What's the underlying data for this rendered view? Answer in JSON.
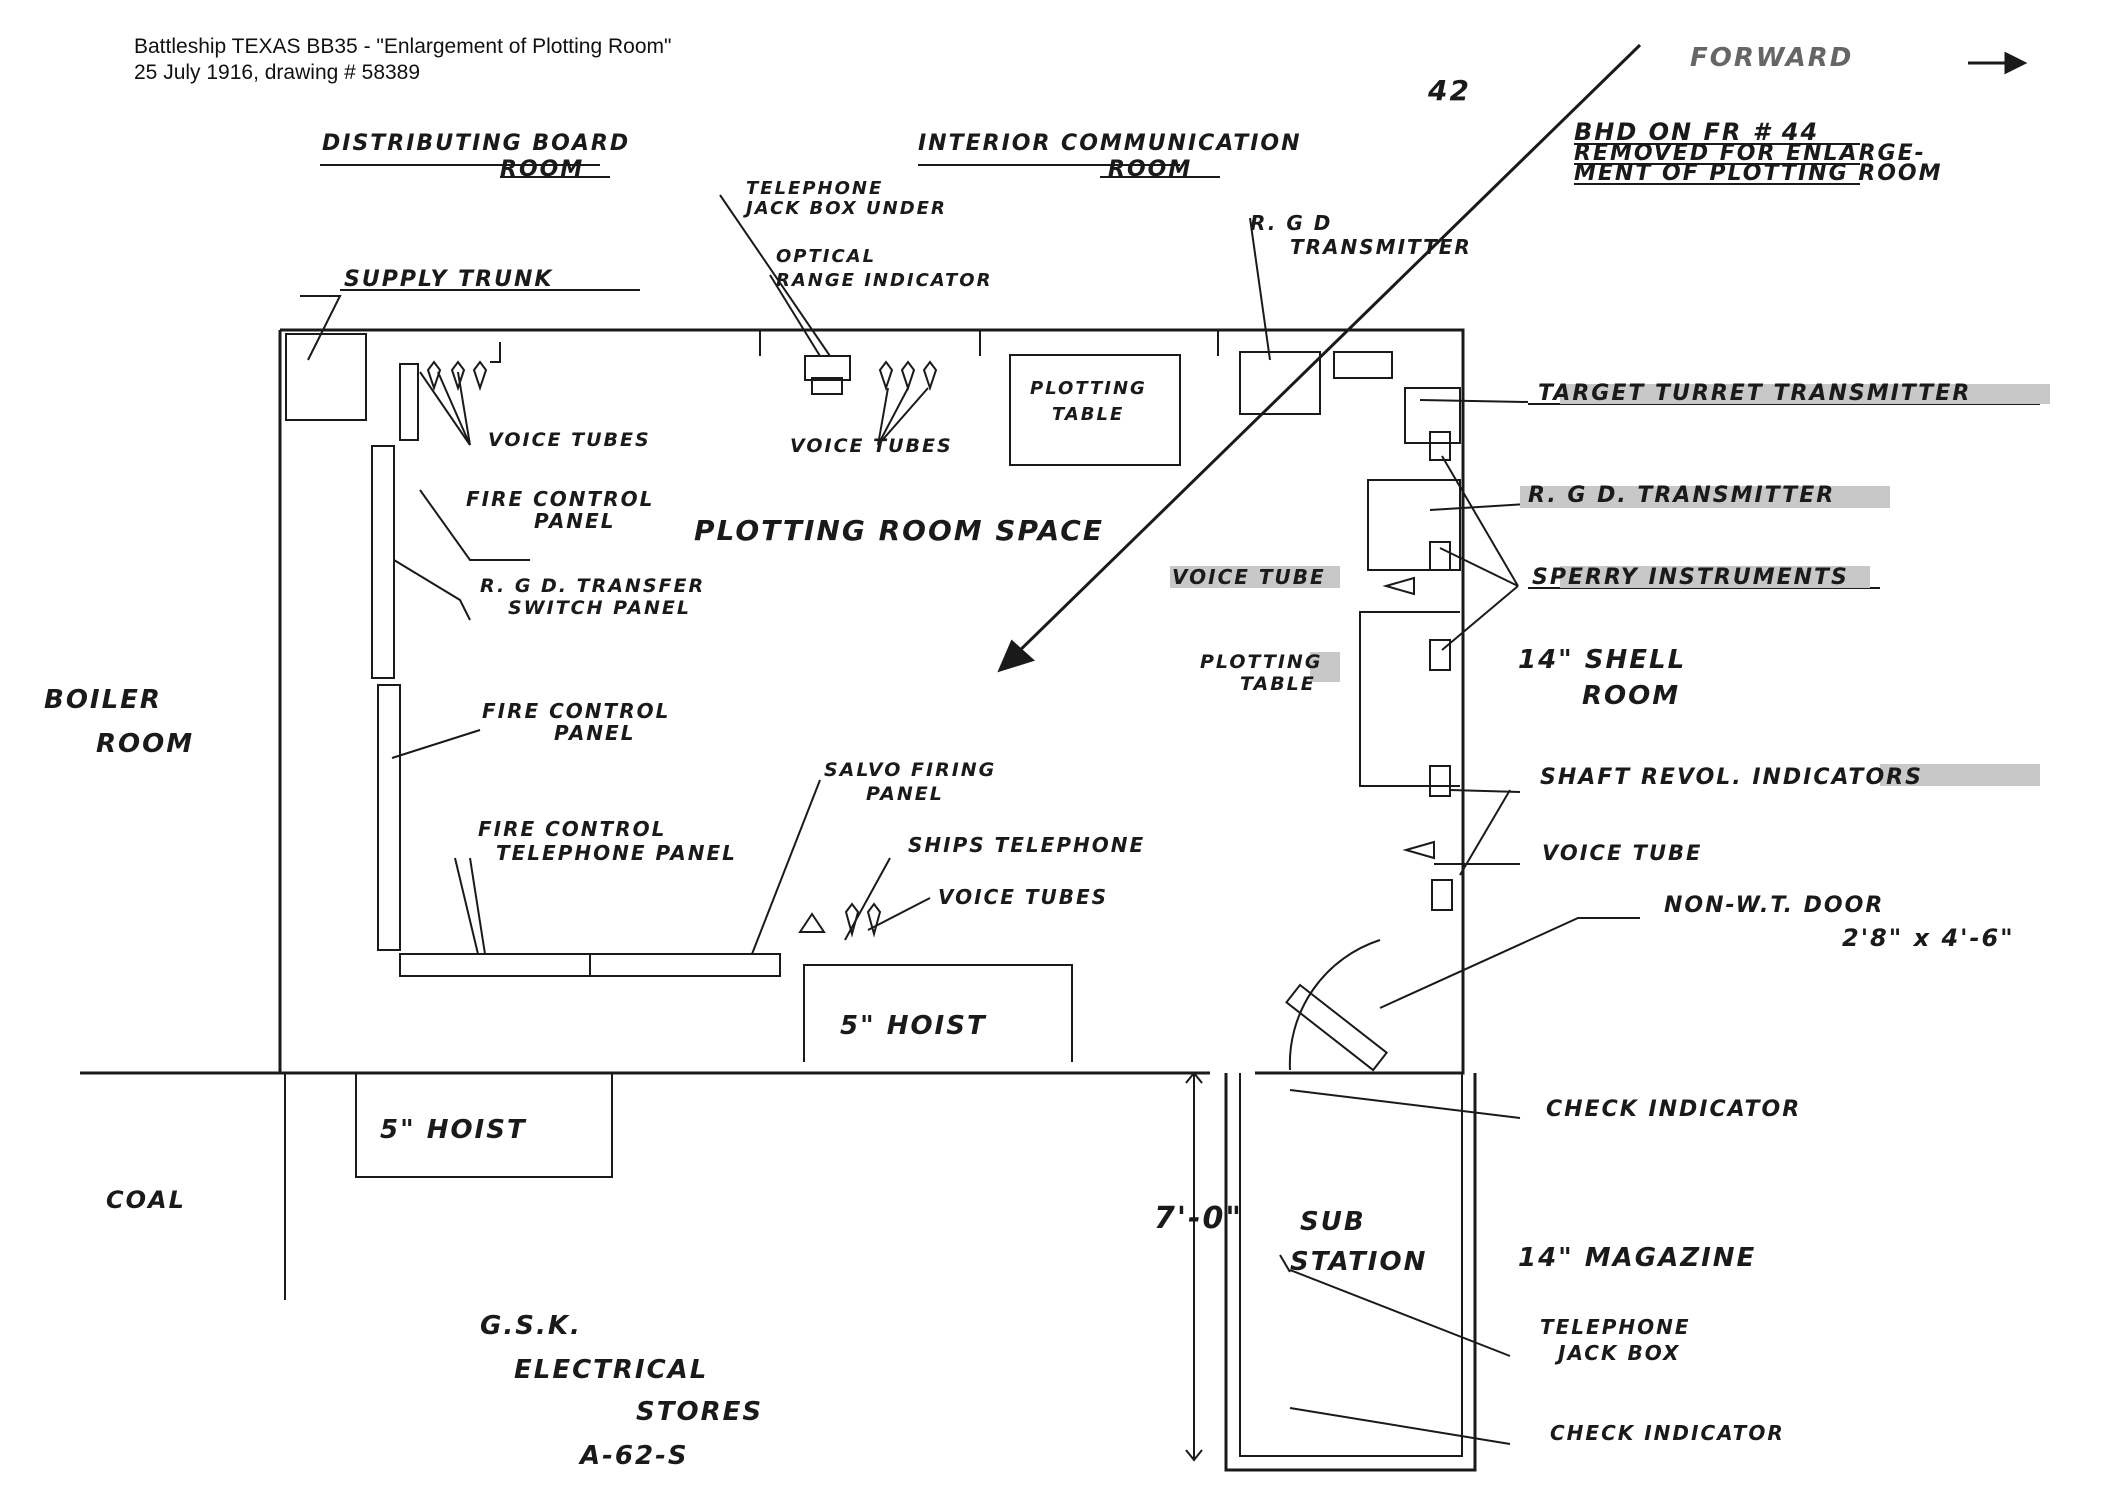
{
  "caption": {
    "line1": "Battleship TEXAS BB35 - \"Enlargement of Plotting Room\"",
    "line2": "25 July 1916, drawing # 58389"
  },
  "labels": {
    "frame_number": "42",
    "forward": "FORWARD",
    "bhd_1": "BHD ON FR # 44",
    "bhd_2": "REMOVED FOR ENLARGE-",
    "bhd_3": "MENT OF PLOTTING ROOM",
    "distributing_1": "DISTRIBUTING BOARD",
    "distributing_2": "ROOM",
    "interior_1": "INTERIOR COMMUNICATION",
    "interior_2": "ROOM",
    "telephone_jack_1": "TELEPHONE",
    "telephone_jack_2": "JACK BOX UNDER",
    "optical_1": "OPTICAL",
    "optical_2": "RANGE INDICATOR",
    "rgd_1": "R. G D",
    "rgd_2": "TRANSMITTER",
    "supply_trunk": "SUPPLY TRUNK",
    "target_turret": "TARGET TURRET TRANSMITTER",
    "voice_tubes_1": "VOICE TUBES",
    "voice_tubes_2": "VOICE TUBES",
    "plotting_table_1": "PLOTTING",
    "plotting_table_1b": "TABLE",
    "fire_control_panel_1a": "FIRE CONTROL",
    "fire_control_panel_1b": "PANEL",
    "plotting_room_space": "PLOTTING ROOM SPACE",
    "rgd_transmitter_right": "R. G D. TRANSMITTER",
    "rgd_transfer_1": "R. G D. TRANSFER",
    "rgd_transfer_2": "SWITCH PANEL",
    "voice_tube_right": "VOICE TUBE",
    "sperry": "SPERRY INSTRUMENTS",
    "plotting_table_2a": "PLOTTING",
    "plotting_table_2b": "TABLE",
    "shell_room_1": "14\" SHELL",
    "shell_room_2": "ROOM",
    "boiler_1": "BOILER",
    "boiler_2": "ROOM",
    "fire_control_panel_2a": "FIRE CONTROL",
    "fire_control_panel_2b": "PANEL",
    "salvo_1": "SALVO FIRING",
    "salvo_2": "PANEL",
    "shaft_revol": "SHAFT REVOL. INDICATORS",
    "fire_tel_1": "FIRE CONTROL",
    "fire_tel_2": "TELEPHONE PANEL",
    "ships_telephone": "SHIPS TELEPHONE",
    "voice_tube_right_2": "VOICE TUBE",
    "voice_tubes_3": "VOICE TUBES",
    "non_wt_1": "NON-W.T. DOOR",
    "non_wt_2": "2'8\" x 4'-6\"",
    "hoist_1": "5\" HOIST",
    "hoist_2": "5\" HOIST",
    "check_indicator_1": "CHECK INDICATOR",
    "coal": "COAL",
    "dim_7_0": "7'-0\"",
    "sub_station_1": "SUB",
    "sub_station_2": "STATION",
    "magazine": "14\" MAGAZINE",
    "telephone_jack_box_1": "TELEPHONE",
    "telephone_jack_box_2": "JACK BOX",
    "check_indicator_2": "CHECK INDICATOR",
    "gsk_1": "G.S.K.",
    "gsk_2": "ELECTRICAL",
    "gsk_3": "STORES",
    "gsk_4": "A-62-S"
  },
  "colors": {
    "ink": "#1a1a1a",
    "highlight": "#c8c8c8"
  }
}
